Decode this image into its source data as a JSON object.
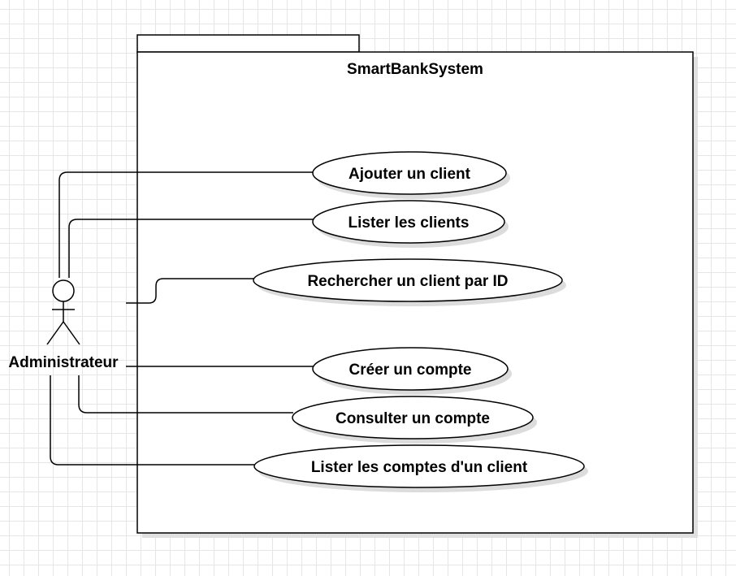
{
  "system": {
    "title": "SmartBankSystem"
  },
  "actor": {
    "name": "Administrateur"
  },
  "use_cases": [
    {
      "label": "Ajouter un client"
    },
    {
      "label": "Lister les clients"
    },
    {
      "label": "Rechercher un client par ID"
    },
    {
      "label": "Créer un compte"
    },
    {
      "label": "Consulter un compte"
    },
    {
      "label": "Lister les comptes d'un client"
    }
  ],
  "colors": {
    "stroke": "#000000",
    "fill": "#ffffff",
    "grid": "#e6e6e6",
    "shadow": "#dcdcdc"
  }
}
